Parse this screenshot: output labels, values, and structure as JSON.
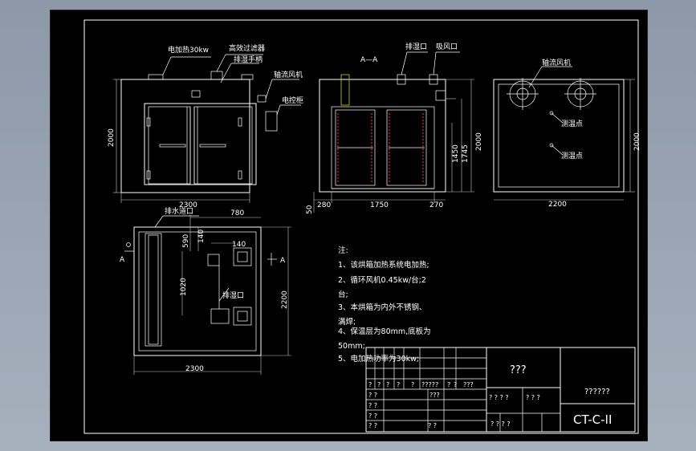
{
  "view_front": {
    "label_heater": "电加热30kw",
    "label_filter": "高效过滤器",
    "label_exhaust_handle": "排湿手柄",
    "label_fan": "轴流风机",
    "label_control": "电控柜",
    "dim_height": "2000",
    "dim_width": "2300"
  },
  "view_section": {
    "section_title": "A—A",
    "label_exhaust": "排湿口",
    "label_intake": "吸风口",
    "dim_1450": "1450",
    "dim_1745": "1745",
    "dim_2000": "2000",
    "dim_50": "50",
    "dim_280": "280",
    "dim_1750": "1750",
    "dim_270": "270"
  },
  "view_side": {
    "label_fan": "轴流风机",
    "label_probe1": "测温点",
    "label_probe2": "测温点",
    "dim_height": "2000",
    "dim_width": "2200"
  },
  "view_plan": {
    "label_drain": "排水道口",
    "label_exhaust": "排湿口",
    "marker_left": "A",
    "marker_right": "A",
    "dim_780": "780",
    "dim_590": "590",
    "dim_140a": "140",
    "dim_140b": "140",
    "dim_1020": "1020",
    "dim_2200": "2200",
    "dim_2300": "2300"
  },
  "notes": {
    "title": "注:",
    "lines": [
      "1、该烘箱加热系统电加热;",
      "2、循环风机0.45kw/台;2",
      "台;",
      "3、本烘箱为内外不锈钢、",
      "满焊;",
      "4、保温层为80mm,底板为",
      "50mm;",
      "5、电加热功率为30kw;"
    ]
  },
  "title_block": {
    "main_title": "???",
    "subtitle": "??????",
    "drawing_code": "CT-C-II",
    "row1": [
      "?",
      "?",
      "?",
      "?",
      "?",
      "?????",
      "?",
      "?",
      "???"
    ],
    "row2a": "? ?",
    "row2b": "???",
    "row3a": "? ? ? ?",
    "row3b": "? ? ?",
    "row4a": "? ?",
    "row5a": "? ?",
    "row5b": "? ? ? ?",
    "row6a": "? ?",
    "row6b": "? ?"
  }
}
